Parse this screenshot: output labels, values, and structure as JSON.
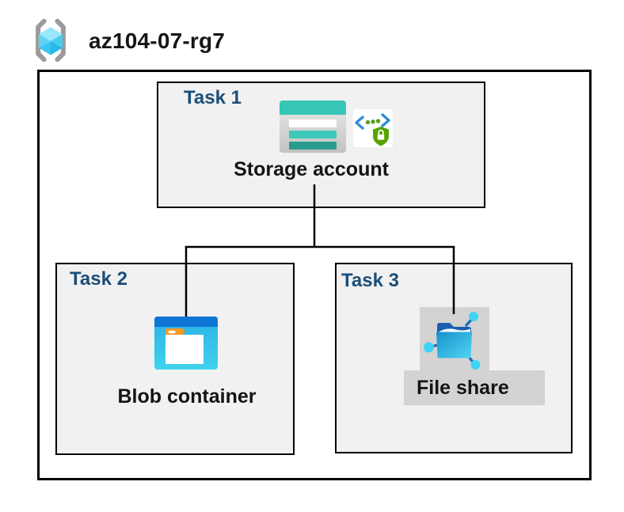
{
  "header": {
    "title": "az104-07-rg7",
    "icon": "resource-group-icon"
  },
  "tasks": [
    {
      "label": "Task 1",
      "resource": "Storage account",
      "icons": [
        "storage-account-icon",
        "access-keys-icon"
      ]
    },
    {
      "label": "Task 2",
      "resource": "Blob container",
      "icons": [
        "blob-container-icon"
      ]
    },
    {
      "label": "Task 3",
      "resource": "File share",
      "icons": [
        "file-share-icon"
      ]
    }
  ],
  "connections": [
    {
      "from": "Storage account",
      "to": "Blob container"
    },
    {
      "from": "Storage account",
      "to": "File share"
    }
  ],
  "colors": {
    "task_title": "#1b4e79",
    "box_fill": "#f1f1f1",
    "border": "#000000",
    "label_backdrop": "#d3d3d3",
    "storage_teal": "#37c6b6",
    "storage_teal_dark": "#2b9a8e",
    "blob_top_blue": "#0f74d4",
    "blob_body_cyan": "#2bb0e8",
    "folder_tab_orange": "#f59a23",
    "fileshare_flap_blue": "#1c5fb0",
    "fileshare_node_cyan": "#3ed2f5",
    "shield_green": "#58a304",
    "bracket_gray": "#9b9b9b"
  }
}
